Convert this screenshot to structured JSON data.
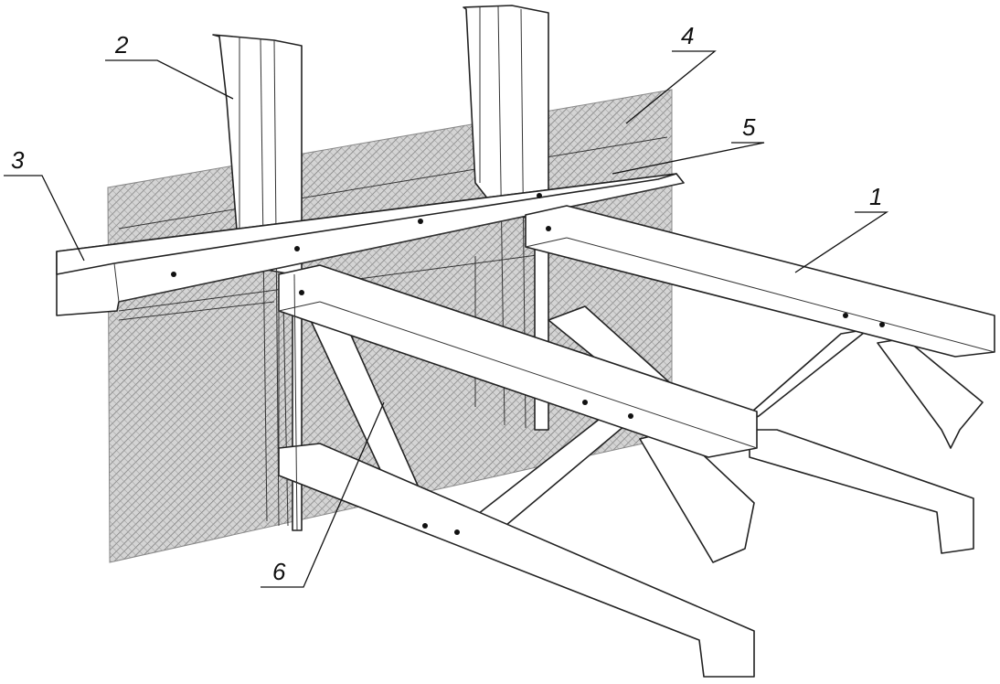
{
  "figure": {
    "type": "technical-drawing",
    "labels": [
      {
        "id": "1",
        "text": "1"
      },
      {
        "id": "2",
        "text": "2"
      },
      {
        "id": "3",
        "text": "3"
      },
      {
        "id": "4",
        "text": "4"
      },
      {
        "id": "5",
        "text": "5"
      },
      {
        "id": "6",
        "text": "6"
      }
    ]
  },
  "colors": {
    "line": "#222222",
    "hatch": "#8a8a8a",
    "background": "#ffffff"
  }
}
